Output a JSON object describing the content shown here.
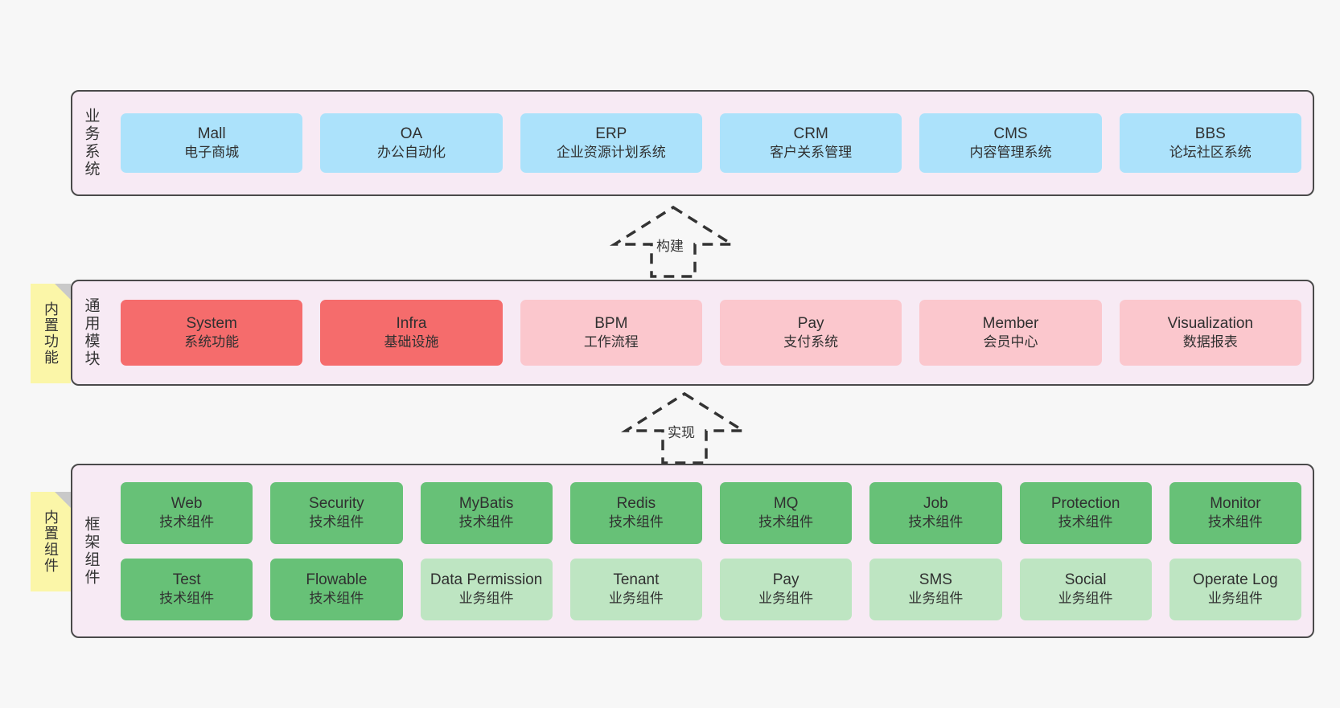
{
  "layers": [
    {
      "id": "business",
      "title": "业务系统",
      "rows": [
        {
          "cards": [
            {
              "en": "Mall",
              "cn": "电子商城",
              "style": "c-blue"
            },
            {
              "en": "OA",
              "cn": "办公自动化",
              "style": "c-blue"
            },
            {
              "en": "ERP",
              "cn": "企业资源计划系统",
              "style": "c-blue"
            },
            {
              "en": "CRM",
              "cn": "客户关系管理",
              "style": "c-blue"
            },
            {
              "en": "CMS",
              "cn": "内容管理系统",
              "style": "c-blue"
            },
            {
              "en": "BBS",
              "cn": "论坛社区系统",
              "style": "c-blue"
            }
          ]
        }
      ]
    },
    {
      "id": "common",
      "title": "通用模块",
      "rows": [
        {
          "cards": [
            {
              "en": "System",
              "cn": "系统功能",
              "style": "c-red"
            },
            {
              "en": "Infra",
              "cn": "基础设施",
              "style": "c-red"
            },
            {
              "en": "BPM",
              "cn": "工作流程",
              "style": "c-pink"
            },
            {
              "en": "Pay",
              "cn": "支付系统",
              "style": "c-pink"
            },
            {
              "en": "Member",
              "cn": "会员中心",
              "style": "c-pink"
            },
            {
              "en": "Visualization",
              "cn": "数据报表",
              "style": "c-pink"
            }
          ]
        }
      ]
    },
    {
      "id": "framework",
      "title": "框架组件",
      "rows": [
        {
          "cards": [
            {
              "en": "Web",
              "cn": "技术组件",
              "style": "c-green"
            },
            {
              "en": "Security",
              "cn": "技术组件",
              "style": "c-green"
            },
            {
              "en": "MyBatis",
              "cn": "技术组件",
              "style": "c-green"
            },
            {
              "en": "Redis",
              "cn": "技术组件",
              "style": "c-green"
            },
            {
              "en": "MQ",
              "cn": "技术组件",
              "style": "c-green"
            },
            {
              "en": "Job",
              "cn": "技术组件",
              "style": "c-green"
            },
            {
              "en": "Protection",
              "cn": "技术组件",
              "style": "c-green"
            },
            {
              "en": "Monitor",
              "cn": "技术组件",
              "style": "c-green"
            }
          ]
        },
        {
          "cards": [
            {
              "en": "Test",
              "cn": "技术组件",
              "style": "c-green"
            },
            {
              "en": "Flowable",
              "cn": "技术组件",
              "style": "c-green"
            },
            {
              "en": "Data Permission",
              "cn": "业务组件",
              "style": "c-lightgreen"
            },
            {
              "en": "Tenant",
              "cn": "业务组件",
              "style": "c-lightgreen"
            },
            {
              "en": "Pay",
              "cn": "业务组件",
              "style": "c-lightgreen"
            },
            {
              "en": "SMS",
              "cn": "业务组件",
              "style": "c-lightgreen"
            },
            {
              "en": "Social",
              "cn": "业务组件",
              "style": "c-lightgreen"
            },
            {
              "en": "Operate Log",
              "cn": "业务组件",
              "style": "c-lightgreen"
            }
          ]
        }
      ]
    }
  ],
  "sticky_notes": [
    {
      "id": "common",
      "text": "内置功能"
    },
    {
      "id": "framework",
      "text": "内置组件"
    }
  ],
  "arrows": [
    {
      "id": "build",
      "label": "构建"
    },
    {
      "id": "impl",
      "label": "实现"
    }
  ],
  "colors": {
    "background": "#f7f7f7",
    "panel_fill": "#f7eaf4",
    "panel_border": "#4a4a4a",
    "business_card": "#ace2fb",
    "common_primary_card": "#f56c6c",
    "common_secondary_card": "#fbc7cd",
    "framework_tech_card": "#67c177",
    "framework_biz_card": "#bee5c2",
    "sticky_note": "#fbf6a8",
    "sticky_fold": "#c9c9c9",
    "arrow_stroke": "#333333"
  }
}
